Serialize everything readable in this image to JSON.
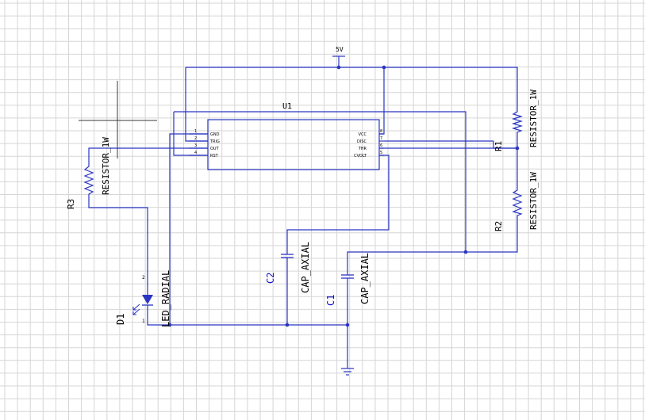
{
  "colors": {
    "wire": "#2a35c2",
    "component": "#2a35c2",
    "black_text": "#000000",
    "ref_blue": "#1010c8",
    "grid": "#d6d6d6",
    "background": "#ffffff"
  },
  "power": {
    "label": "5V"
  },
  "ic": {
    "ref": "U1",
    "pins_left": [
      {
        "num": "1",
        "name": "GND"
      },
      {
        "num": "2",
        "name": "TRIG"
      },
      {
        "num": "3",
        "name": "OUT"
      },
      {
        "num": "4",
        "name": "RST"
      }
    ],
    "pins_right": [
      {
        "num": "8",
        "name": "VCC"
      },
      {
        "num": "7",
        "name": "DISC"
      },
      {
        "num": "6",
        "name": "THR"
      },
      {
        "num": "5",
        "name": "CVOLT"
      }
    ]
  },
  "r1": {
    "ref": "R1",
    "value": "RESISTOR_1W"
  },
  "r2": {
    "ref": "R2",
    "value": "RESISTOR_1W"
  },
  "r3": {
    "ref": "R3",
    "value": "RESISTOR_1W"
  },
  "c1": {
    "ref": "C1",
    "value": "CAP_AXIAL"
  },
  "c2": {
    "ref": "C2",
    "value": "CAP_AXIAL"
  },
  "d1": {
    "ref": "D1",
    "value": "LED_RADIAL",
    "pin_anode": "2",
    "pin_cathode": "1"
  }
}
